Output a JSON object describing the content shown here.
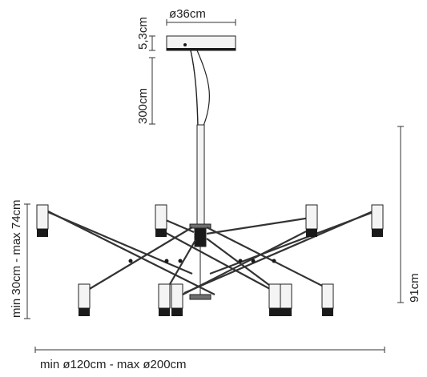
{
  "dimensions": {
    "canopy_diameter": "ø36cm",
    "canopy_height": "5,3cm",
    "cable_length": "300cm",
    "arm_height": "min 30cm - max 74cm",
    "fixture_height": "91cm",
    "span": "min ø120cm - max ø200cm"
  },
  "colors": {
    "line": "#333333",
    "metal": "#6e6e6e",
    "dark": "#1a1a1a",
    "light": "#f4f4f4"
  }
}
